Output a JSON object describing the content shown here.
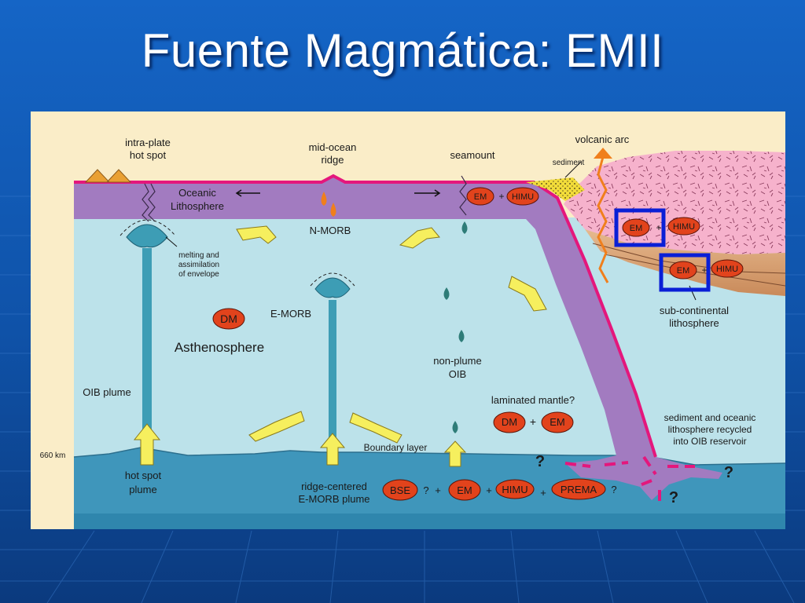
{
  "slide": {
    "title": "Fuente Magmática: EMII"
  },
  "diagram": {
    "surface_labels": {
      "intraplate": [
        "intra-plate",
        "hot spot"
      ],
      "mid_ocean_ridge": [
        "mid-ocean",
        "ridge"
      ],
      "seamount": "seamount",
      "volcanic_arc": "volcanic arc",
      "sediment": "sediment"
    },
    "region_labels": {
      "oceanic_lithosphere": [
        "Oceanic",
        "Lithosphere"
      ],
      "asthenosphere": "Asthenosphere",
      "nmorb": "N-MORB",
      "emorb": "E-MORB",
      "melting": [
        "melting and",
        "assimilation",
        "of envelope"
      ],
      "non_plume": [
        "non-plume",
        "OIB"
      ],
      "oib_plume": "OIB plume",
      "depth": "660 km",
      "hot_spot_plume": [
        "hot spot",
        "plume"
      ],
      "ridge_plume": [
        "ridge-centered",
        "E-MORB plume"
      ],
      "boundary_layer": "Boundary layer",
      "laminated": "laminated mantle?",
      "subcontinental": [
        "sub-continental",
        "lithosphere"
      ],
      "recycled": [
        "sediment and oceanic",
        "lithosphere recycled",
        "into OIB reservoir"
      ]
    },
    "reservoirs": {
      "dm": "DM",
      "em": "EM",
      "himu": "HIMU",
      "bse": "BSE",
      "prema": "PREMA",
      "plus": "+",
      "question": "?"
    },
    "colors": {
      "panel": "#faedc8",
      "lithosphere": "#a27bc0",
      "slab_edge": "#e4177c",
      "upper_mantle": "#bce2ea",
      "lower_mantle": "#3f96bb",
      "plume": "#3d9db5",
      "arrow": "#f6ef5e",
      "reservoir": "#e2431c",
      "continent": "#f6b2cc",
      "highlight_box": "#0a1fd6",
      "magma": "#f07f1c",
      "seamount": "#2e7c78"
    }
  }
}
